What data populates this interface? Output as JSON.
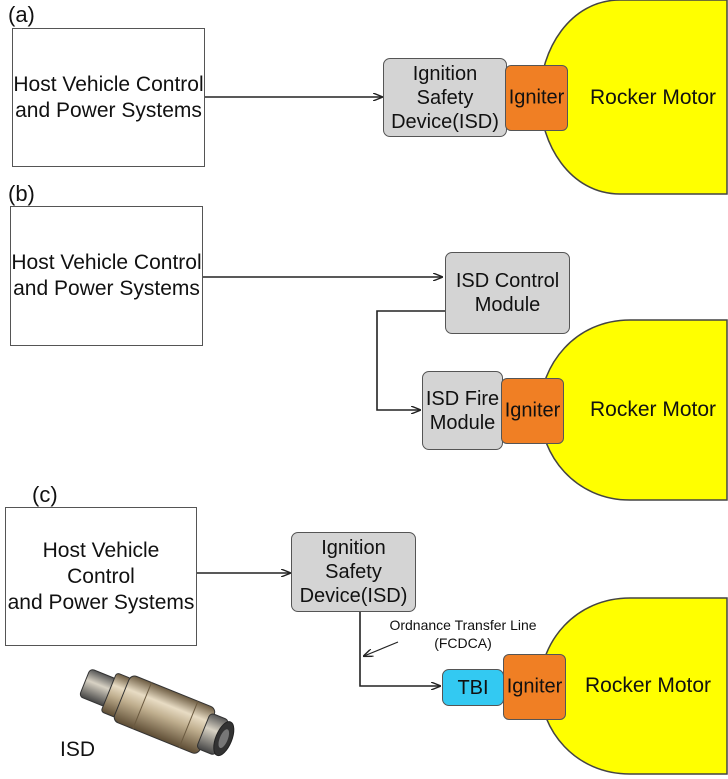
{
  "panels": {
    "a": {
      "letter": "(a)",
      "host": "Host Vehicle Control\nand Power Systems",
      "isd": "Ignition Safety\nDevice(ISD)",
      "igniter": "Igniter",
      "motor": "Rocker Motor"
    },
    "b": {
      "letter": "(b)",
      "host": "Host Vehicle Control\nand Power Systems",
      "control_module": "ISD Control\nModule",
      "fire_module": "ISD Fire\nModule",
      "igniter": "Igniter",
      "motor": "Rocker Motor"
    },
    "c": {
      "letter": "(c)",
      "host": "Host Vehicle Control\nand Power Systems",
      "isd": "Ignition Safety\nDevice(ISD)",
      "transfer_line": "Ordnance Transfer Line\n(FCDCA)",
      "tbi": "TBI",
      "igniter": "Igniter",
      "motor": "Rocker Motor",
      "photo_caption": "ISD"
    }
  },
  "colors": {
    "motor_fill": "#ffff00",
    "igniter_fill": "#f07f24",
    "device_fill": "#d4d4d4",
    "tbi_fill": "#33c9f2"
  }
}
